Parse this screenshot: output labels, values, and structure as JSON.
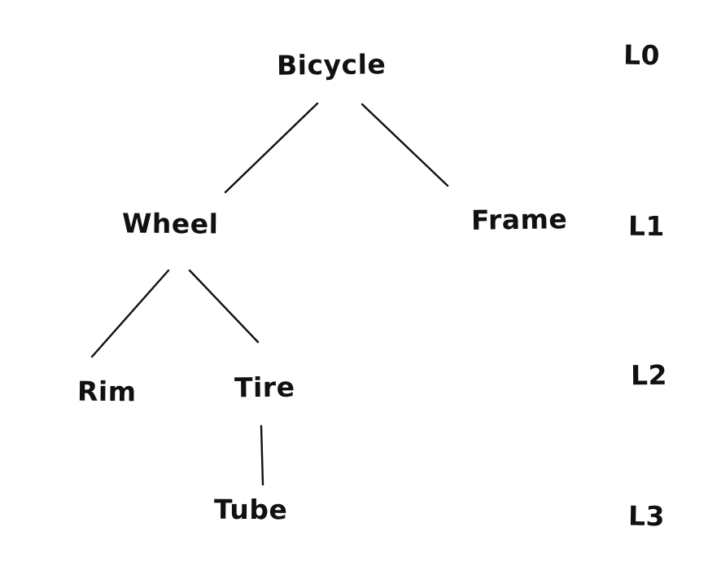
{
  "diagram": {
    "type": "tree",
    "style": "hand-drawn",
    "ink_color": "#111111",
    "background_color": "#ffffff",
    "nodes": {
      "bicycle": {
        "label": "Bicycle",
        "level": "L0"
      },
      "wheel": {
        "label": "Wheel",
        "level": "L1"
      },
      "frame": {
        "label": "Frame",
        "level": "L1"
      },
      "rim": {
        "label": "Rim",
        "level": "L2"
      },
      "tire": {
        "label": "Tire",
        "level": "L2"
      },
      "tube": {
        "label": "Tube",
        "level": "L3"
      }
    },
    "edges": [
      {
        "from": "Bicycle",
        "to": "Wheel"
      },
      {
        "from": "Bicycle",
        "to": "Frame"
      },
      {
        "from": "Wheel",
        "to": "Rim"
      },
      {
        "from": "Wheel",
        "to": "Tire"
      },
      {
        "from": "Tire",
        "to": "Tube"
      }
    ],
    "level_labels": [
      {
        "id": "L0",
        "label": "L0"
      },
      {
        "id": "L1",
        "label": "L1"
      },
      {
        "id": "L2",
        "label": "L2"
      },
      {
        "id": "L3",
        "label": "L3"
      }
    ]
  }
}
